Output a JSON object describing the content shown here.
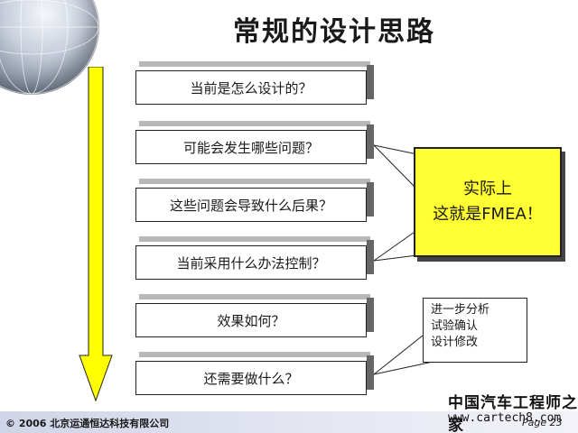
{
  "title": "常规的设计思路",
  "steps": [
    "当前是怎么设计的？",
    "可能会发生哪些问题？",
    "这些问题会导致什么后果？",
    "当前采用什么办法控制？",
    "效果如何？",
    "还需要做什么？"
  ],
  "callout": {
    "line1": "实际上",
    "line2": "这就是FMEA！",
    "color": "#ffff33"
  },
  "note": {
    "line1": "进一步分析",
    "line2": "试验确认",
    "line3": "设计修改"
  },
  "arrow_color": "#ffff00",
  "footer": {
    "copyright": "© 2006 北京运通恒达科技有限公司",
    "page": "Page 23"
  },
  "watermark": {
    "cn": "中国汽车工程师之家",
    "url": "www.cartech8.com"
  }
}
